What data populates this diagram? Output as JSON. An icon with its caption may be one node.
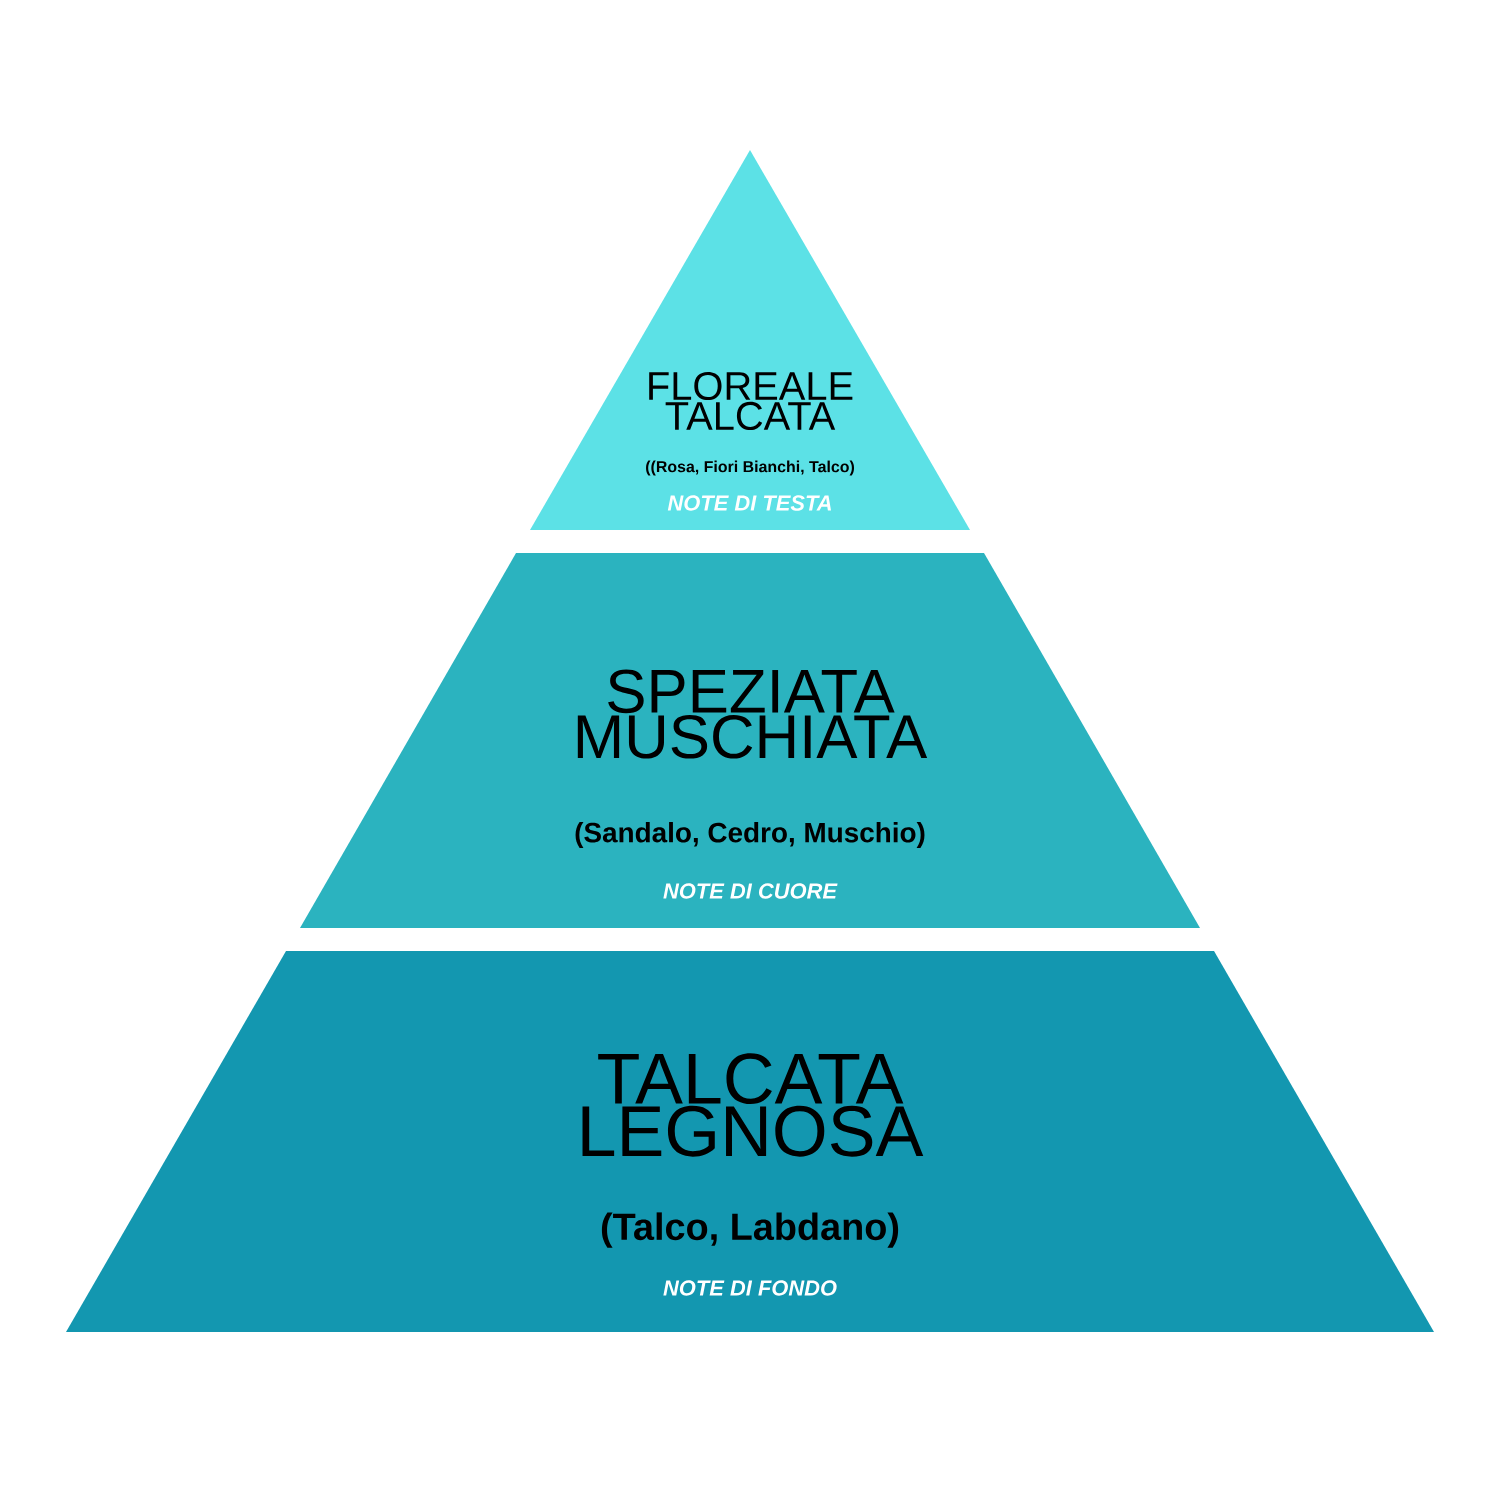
{
  "diagram": {
    "nodes": [
      {
        "text": [
          "FLOREALE TALCATA",
          "((Rosa, Fiori Bianchi, Talco)",
          "NOTE DI TESTA"
        ]
      },
      {
        "text": [
          "SPEZIATA MUSCHIATA",
          "(Sandalo, Cedro, Muschio)",
          "NOTE DI CUORE"
        ]
      },
      {
        "text": [
          "TALCATA LEGNOSA",
          "(Talco, Labdano)",
          "NOTE DI FONDO"
        ]
      }
    ],
    "edges": []
  }
}
